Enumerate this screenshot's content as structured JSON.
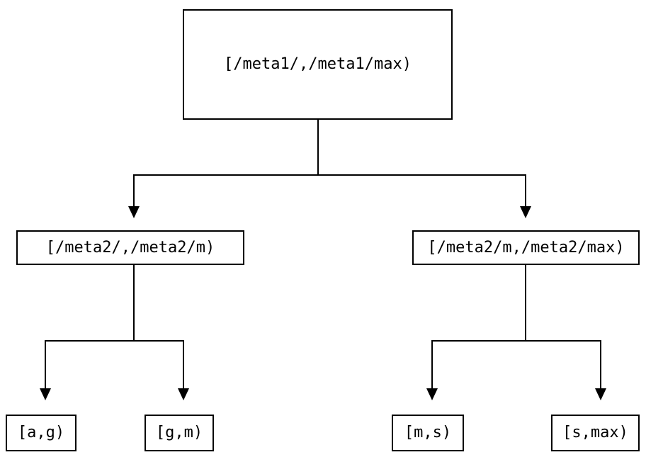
{
  "diagram": {
    "type": "binary-range-lookup-tree",
    "background_color": "#ffffff",
    "line_color": "#000000",
    "text_color": "#000000",
    "nodes": {
      "root": {
        "label": "[/meta1/,/meta1/max)"
      },
      "meta2_left": {
        "label": "[/meta2/,/meta2/m)"
      },
      "meta2_right": {
        "label": "[/meta2/m,/meta2/max)"
      },
      "leaf_a_g": {
        "label": "[a,g)"
      },
      "leaf_g_m": {
        "label": "[g,m)"
      },
      "leaf_m_s": {
        "label": "[m,s)"
      },
      "leaf_s_max": {
        "label": "[s,max)"
      }
    },
    "edges": [
      {
        "from": "root",
        "to": "meta2_left"
      },
      {
        "from": "root",
        "to": "meta2_right"
      },
      {
        "from": "meta2_left",
        "to": "leaf_a_g"
      },
      {
        "from": "meta2_left",
        "to": "leaf_g_m"
      },
      {
        "from": "meta2_right",
        "to": "leaf_m_s"
      },
      {
        "from": "meta2_right",
        "to": "leaf_s_max"
      }
    ]
  }
}
